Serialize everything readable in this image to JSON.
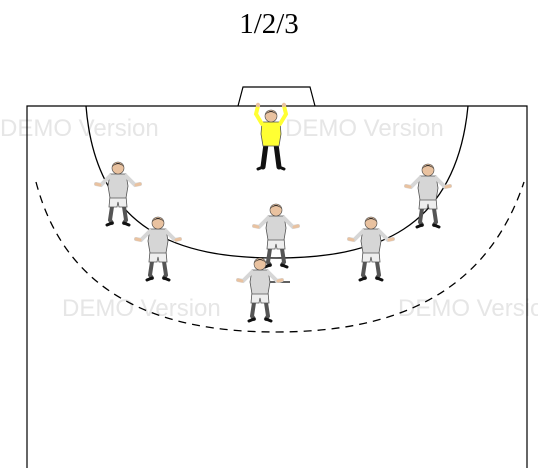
{
  "diagram": {
    "title": "1/2/3",
    "watermark": "DEMO Version",
    "colors": {
      "court_line": "#000000",
      "player_jersey": "#d6d6d6",
      "player_shorts": "#eeeeee",
      "player_hair": "#222222",
      "player_skin": "#e9c2a0",
      "goalkeeper_jersey": "#ffff33",
      "goalkeeper_pants": "#111111",
      "watermark": "#e6e6e6"
    },
    "players": [
      {
        "role": "goalkeeper"
      },
      {
        "role": "defender"
      },
      {
        "role": "defender"
      },
      {
        "role": "defender"
      },
      {
        "role": "defender"
      },
      {
        "role": "defender"
      },
      {
        "role": "defender"
      }
    ]
  }
}
